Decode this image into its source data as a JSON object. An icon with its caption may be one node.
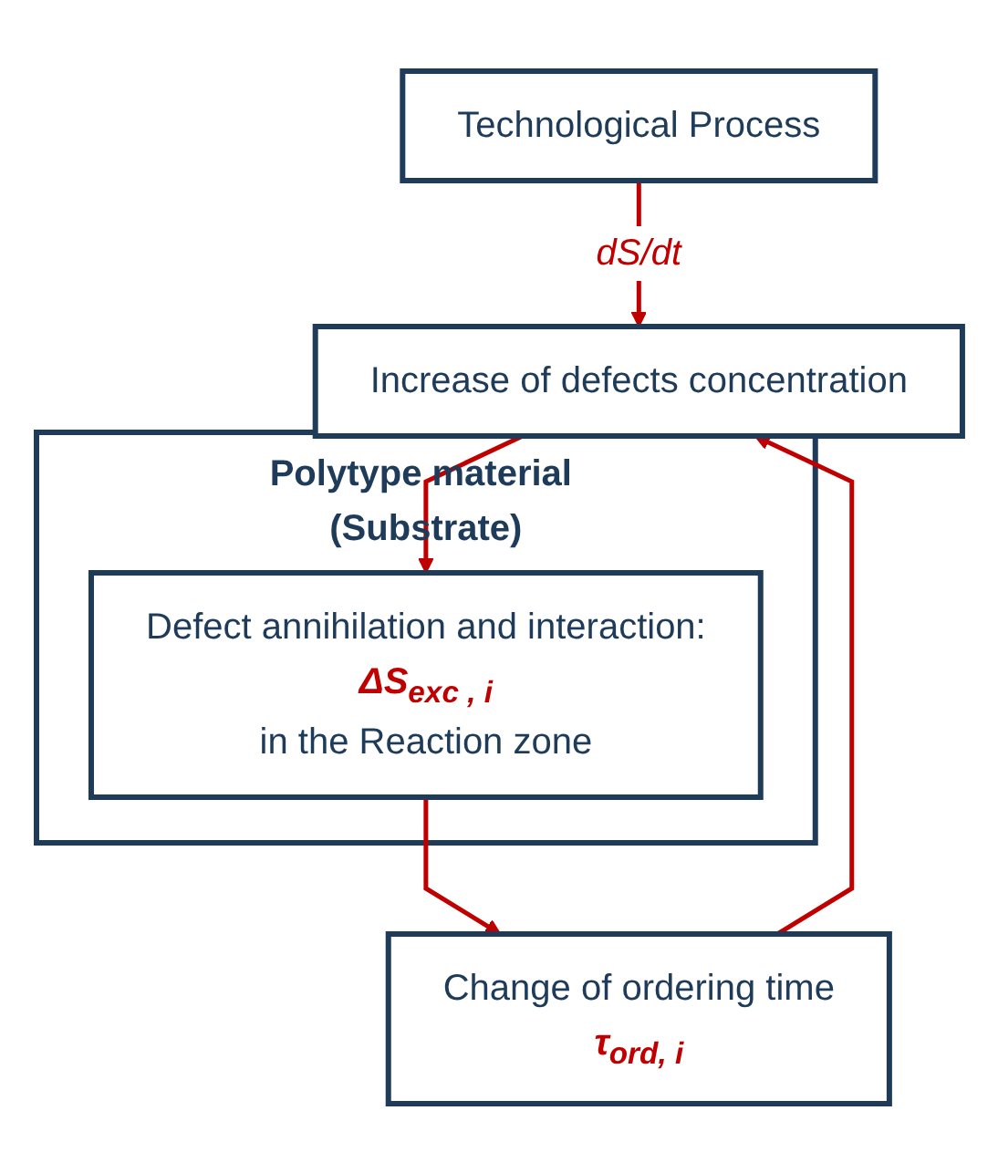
{
  "diagram": {
    "nodes": [
      {
        "text": [
          "Technological Process"
        ]
      },
      {
        "text": [
          "Increase of defects concentration"
        ]
      },
      {
        "text": [
          "Change of ordering time",
          "τ$_{ord, i}$"
        ]
      },
      {
        "text": [
          "Polytype material (Substrate)"
        ]
      },
      {
        "text": [
          "Defect annihilation and interaction:",
          "ΔS$_{exc , i}$",
          "in the Reaction zone"
        ],
        "in": 3
      }
    ],
    "edges": [
      {
        "from": 0,
        "to": 1,
        "arrow": "to",
        "label": "dS/dt"
      },
      {
        "from": 2,
        "to": 1,
        "arrow": "to"
      },
      {
        "from": 1,
        "to": 4,
        "arrow": "to"
      },
      {
        "from": 4,
        "to": 2,
        "arrow": "to"
      }
    ]
  }
}
